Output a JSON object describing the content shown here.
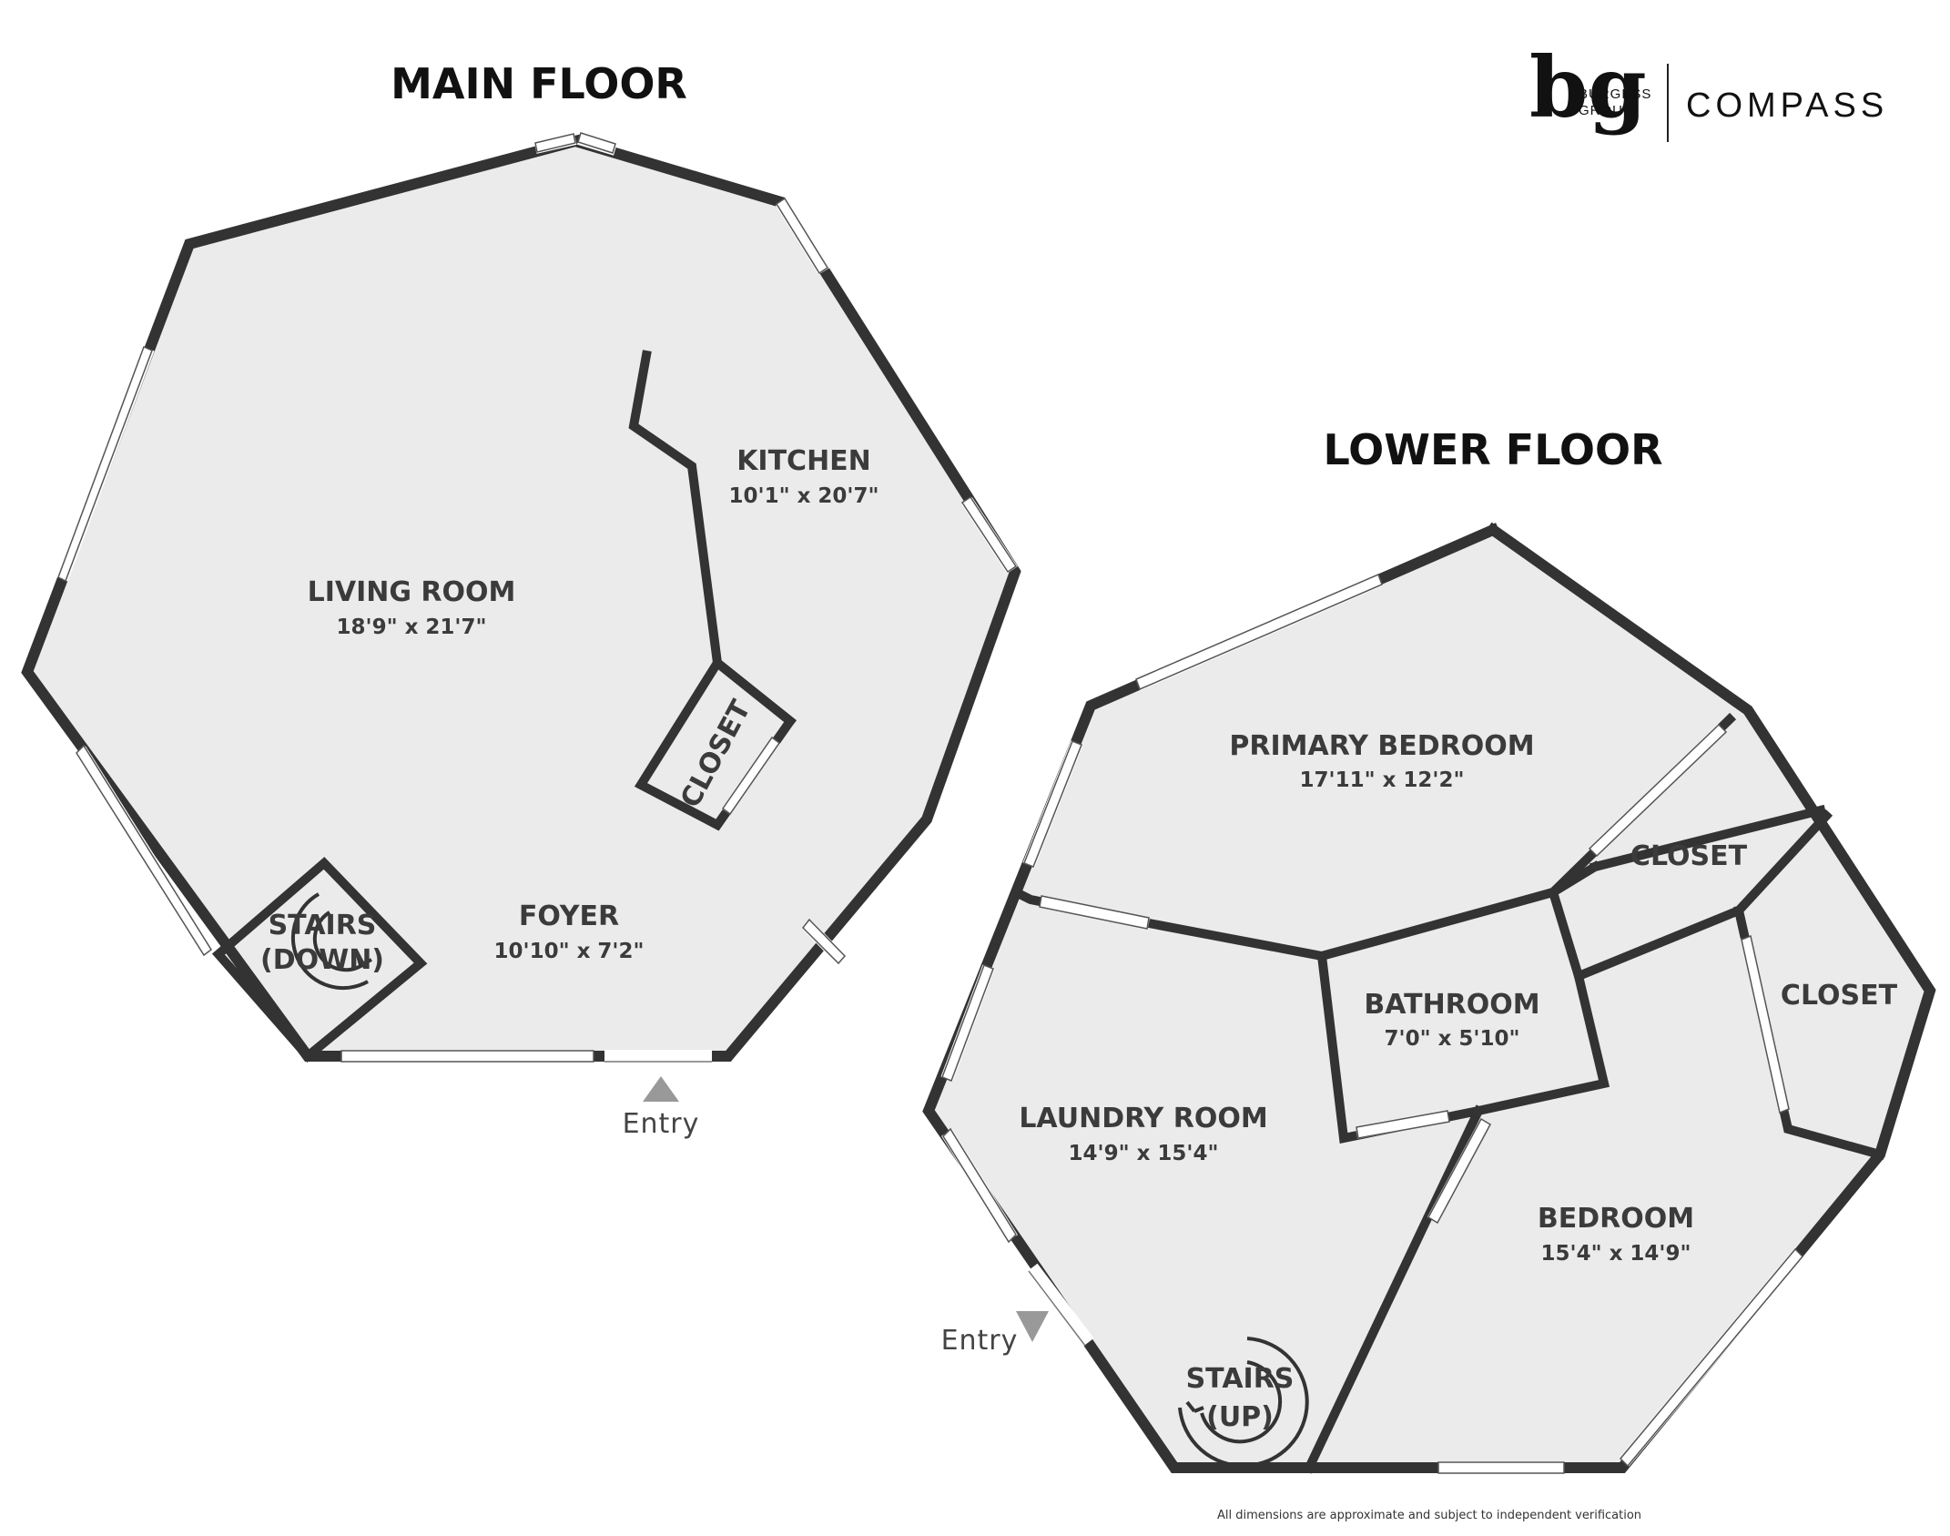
{
  "main_floor": {
    "title": "MAIN FLOOR",
    "rooms": [
      {
        "name": "LIVING ROOM",
        "dims": "18'9\" x 21'7\""
      },
      {
        "name": "KITCHEN",
        "dims": "10'1\" x 20'7\""
      },
      {
        "name": "FOYER",
        "dims": "10'10\" x 7'2\""
      },
      {
        "name": "CLOSET"
      },
      {
        "name": "STAIRS",
        "note": "(DOWN)"
      }
    ],
    "entry": "Entry"
  },
  "lower_floor": {
    "title": "LOWER FLOOR",
    "rooms": [
      {
        "name": "PRIMARY BEDROOM",
        "dims": "17'11\" x 12'2\""
      },
      {
        "name": "CLOSET"
      },
      {
        "name": "CLOSET"
      },
      {
        "name": "BATHROOM",
        "dims": "7'0\" x 5'10\""
      },
      {
        "name": "LAUNDRY ROOM",
        "dims": "14'9\" x 15'4\""
      },
      {
        "name": "BEDROOM",
        "dims": "15'4\" x 14'9\""
      },
      {
        "name": "STAIRS",
        "note": "(UP)"
      }
    ],
    "entry": "Entry"
  },
  "branding": {
    "mark": "bg",
    "line1": "BURGESS",
    "line2": "GROUP",
    "compass": "COMPASS"
  },
  "disclaimer": "All dimensions are approximate and subject to independent verification"
}
